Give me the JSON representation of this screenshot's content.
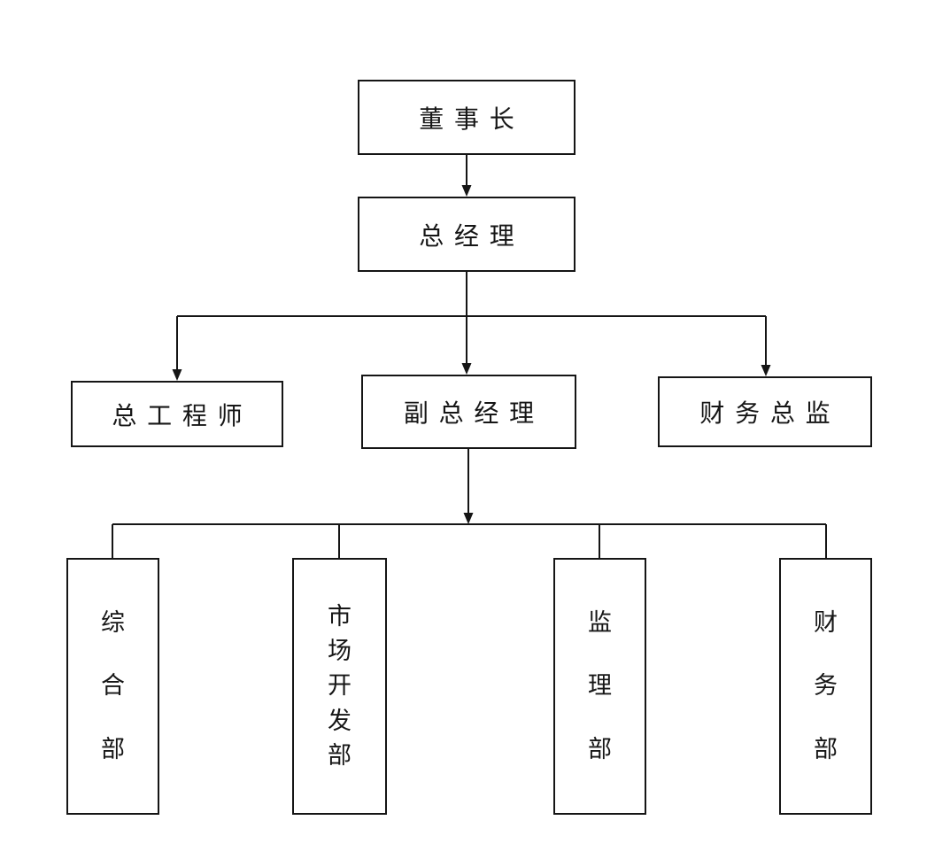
{
  "page": {
    "background_color": "#ffffff",
    "line_color": "#151515"
  },
  "org_chart": {
    "type": "organization-chart",
    "levels": [
      {
        "level": 1,
        "nodes": [
          "董事长"
        ]
      },
      {
        "level": 2,
        "nodes": [
          "总经理"
        ]
      },
      {
        "level": 3,
        "nodes": [
          "总工程师",
          "副总经理",
          "财务总监"
        ]
      },
      {
        "level": 4,
        "nodes": [
          "综合部",
          "市场开发部",
          "监理部",
          "财务部"
        ]
      }
    ],
    "nodes": {
      "chairman": {
        "label": "董事长"
      },
      "general_manager": {
        "label": "总经理"
      },
      "chief_engineer": {
        "label": "总工程师"
      },
      "deputy_general_manager": {
        "label": "副总经理"
      },
      "finance_director": {
        "label": "财务总监"
      },
      "departments": [
        {
          "label": "综合部",
          "display": "综\n合\n部"
        },
        {
          "label": "市场开发部",
          "display": "市\n场\n开\n发\n部"
        },
        {
          "label": "监理部",
          "display": "监\n理\n部"
        },
        {
          "label": "财务部",
          "display": "财\n务\n部"
        }
      ]
    },
    "edges": [
      {
        "from": "董事长",
        "to": "总经理",
        "arrow": true
      },
      {
        "from": "总经理",
        "to": "总工程师",
        "arrow": true
      },
      {
        "from": "总经理",
        "to": "副总经理",
        "arrow": true
      },
      {
        "from": "总经理",
        "to": "财务总监",
        "arrow": true
      },
      {
        "from": "副总经理",
        "to": "综合部",
        "arrow": true
      },
      {
        "from": "副总经理",
        "to": "市场开发部",
        "arrow": true
      },
      {
        "from": "副总经理",
        "to": "监理部",
        "arrow": true
      },
      {
        "from": "副总经理",
        "to": "财务部",
        "arrow": true
      }
    ]
  }
}
